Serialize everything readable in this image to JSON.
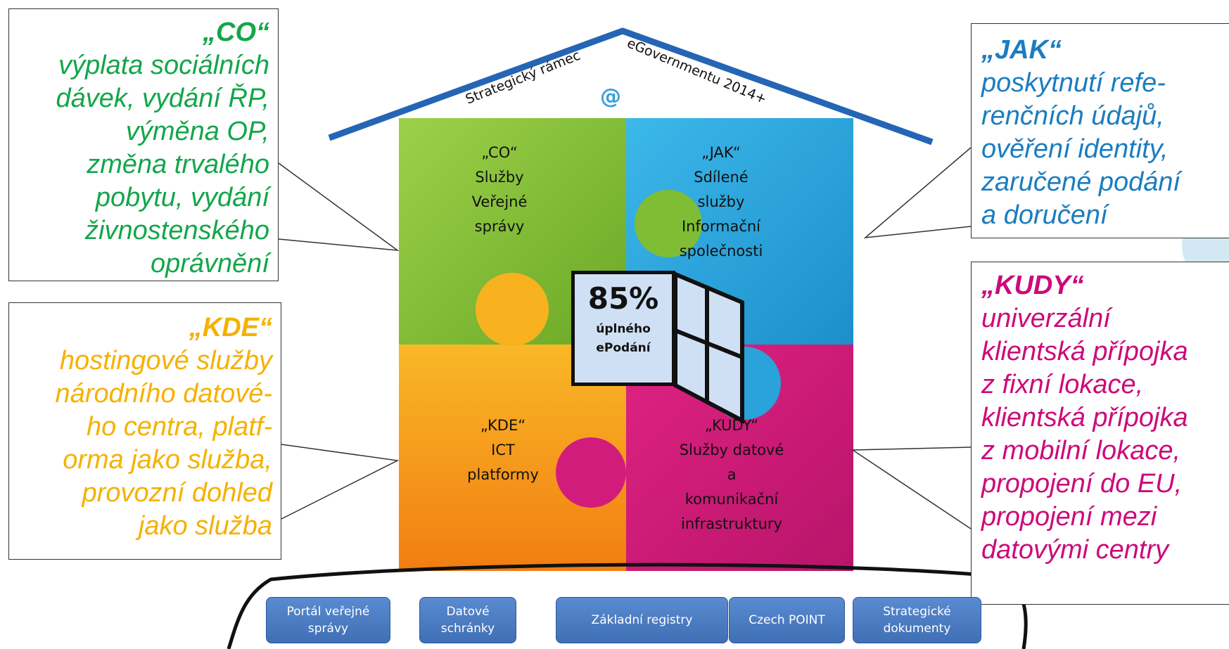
{
  "roof": {
    "title_left": "Strategický rámec",
    "title_right": "eGovernmentu 2014+",
    "at_symbol": "@"
  },
  "callouts": {
    "co": {
      "head": "„CO“",
      "body": "výplata sociálních\ndávek, vydání ŘP,\nvýměna OP,\nzměna trvalého\npobytu, vydání\nživnostenského\noprávnění",
      "color": "#13a64a"
    },
    "kde": {
      "head": "„KDE“",
      "body": "hostingové služby\nnárodního datové-\nho centra, platf-\norma jako služba,\nprovozní dohled\njako služba",
      "color": "#f5b100"
    },
    "jak": {
      "head": "„JAK“",
      "body": "poskytnutí refe-\nrenčních údajů,\nověření identity,\nzaručené podání\na doručení",
      "color": "#1a7dc0"
    },
    "kudy": {
      "head": "„KUDY“",
      "body": "univerzální\nklientská přípojka\nz fixní lokace,\nklientská přípojka\nz mobilní lokace,\npropojení do EU,\npropojení mezi\ndatovými centry",
      "color": "#cc0a7a"
    }
  },
  "puzzle": {
    "co_label": "„CO“\nSlužby\nVeřejné\nsprávy",
    "jak_label": "„JAK“\nSdílené\nslužby\nInformační\nspolečnosti",
    "kde_label": "„KDE“\nICT\nplatformy",
    "kudy_label": "„KUDY“\nSlužby datové\na\nkomunikační\ninfrastruktury",
    "colors": {
      "co": "#8cc63f",
      "jak": "#29a7df",
      "kde": "#f7a21b",
      "kudy": "#d81b7b"
    }
  },
  "window": {
    "percent": "85%",
    "caption": "úplného\nePodání"
  },
  "foundation": {
    "buttons": [
      "Portál veřejné\nsprávy",
      "Datové\nschránky",
      "Základní registry",
      "Czech POINT",
      "Strategické\ndokumenty"
    ]
  }
}
